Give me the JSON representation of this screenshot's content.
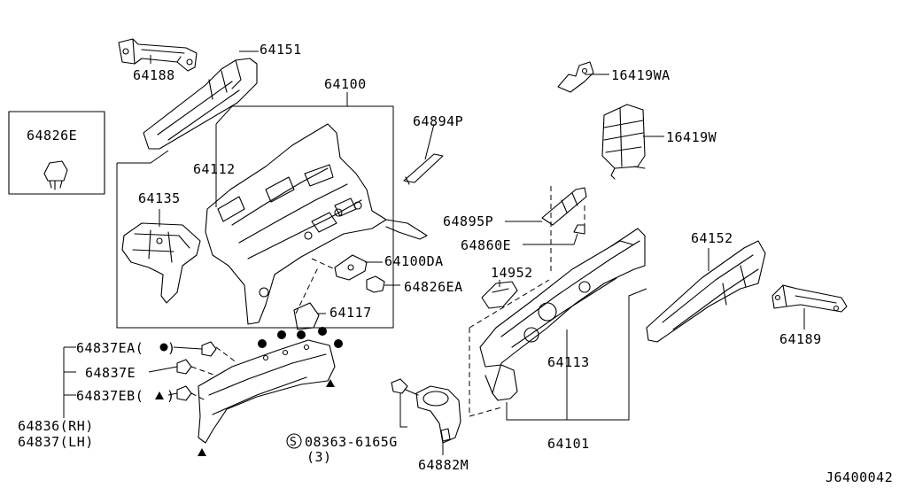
{
  "parts": {
    "p64151": "64151",
    "p64188": "64188",
    "p64100": "64100",
    "p64826e": "64826E",
    "p64112": "64112",
    "p64135": "64135",
    "p64894p": "64894P",
    "p16419wa": "16419WA",
    "p16419w": "16419W",
    "p64895p": "64895P",
    "p64860e": "64860E",
    "p64100da": "64100DA",
    "p64826ea": "64826EA",
    "p14952": "14952",
    "p64152": "64152",
    "p64189": "64189",
    "p64117": "64117",
    "p64837ea": "64837EA(",
    "p64837ea_close": ")",
    "p64837e": "64837E",
    "p64837eb": "64837EB(",
    "p64837eb_close": ")",
    "p64836": "64836(RH)",
    "p64837": "64837(LH)",
    "p64113": "64113",
    "p08363": "08363-6165G",
    "p08363_qty": "(3)",
    "p08363_symbol": "S",
    "p64882m": "64882M",
    "p64101": "64101"
  },
  "diagram_code": "J6400042"
}
